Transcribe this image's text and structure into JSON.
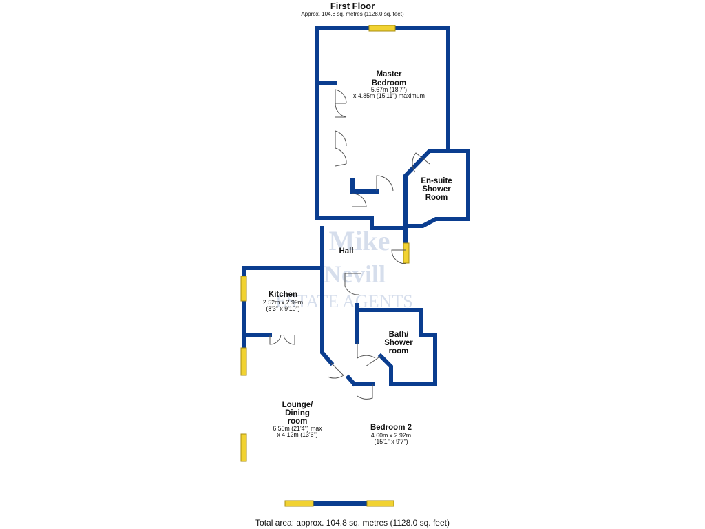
{
  "header": {
    "floor_title": "First Floor",
    "floor_area": "Approx. 104.8 sq. metres (1128.0 sq. feet)"
  },
  "footer": {
    "total_area": "Total area: approx. 104.8 sq. metres (1128.0 sq. feet)"
  },
  "watermark": {
    "line1": "Mike",
    "line2": "Nevill",
    "line3": "ESTATE AGENTS"
  },
  "colors": {
    "wall": "#0a3d8f",
    "window": "#f1d232",
    "window_edge": "#a88d10",
    "door": "#555555",
    "background": "#ffffff"
  },
  "rooms": {
    "master_bedroom": {
      "name_line1": "Master",
      "name_line2": "Bedroom",
      "dim_line1": "5.67m (18'7\")",
      "dim_line2": "x 4.85m (15'11\") maximum"
    },
    "ensuite": {
      "name_line1": "En-suite",
      "name_line2": "Shower",
      "name_line3": "Room"
    },
    "hall": {
      "name": "Hall"
    },
    "kitchen": {
      "name": "Kitchen",
      "dim_line1": "2.52m x 2.99m",
      "dim_line2": "(8'3\" x 9'10\")"
    },
    "bath": {
      "name_line1": "Bath/",
      "name_line2": "Shower",
      "name_line3": "room"
    },
    "lounge": {
      "name_line1": "Lounge/",
      "name_line2": "Dining",
      "name_line3": "room",
      "dim_line1": "6.50m (21'4\") max",
      "dim_line2": "x 4.12m (13'6\")"
    },
    "bedroom2": {
      "name": "Bedroom 2",
      "dim_line1": "4.60m x 2.92m",
      "dim_line2": "(15'1\" x 9'7\")"
    }
  }
}
